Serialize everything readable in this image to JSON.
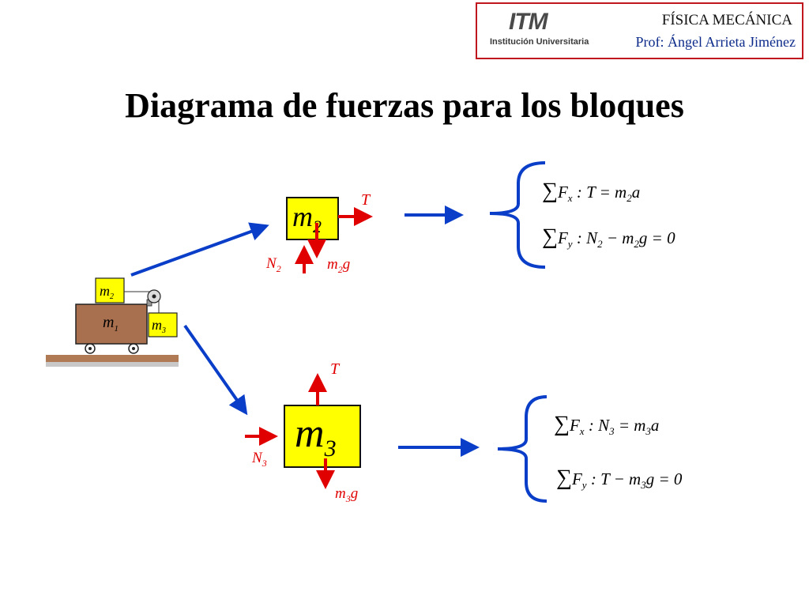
{
  "header": {
    "logo_mark": "ITM",
    "logo_sub": "Institución Universitaria",
    "course": "FÍSICA MECÁNICA",
    "professor": "Prof: Ángel Arrieta Jiménez"
  },
  "title": "Diagrama de fuerzas para los bloques",
  "system": {
    "cart_mass": "m",
    "cart_sub": "1",
    "top_block_mass": "m",
    "top_block_sub": "2",
    "side_block_mass": "m",
    "side_block_sub": "3"
  },
  "block2": {
    "mass": "m",
    "sub": "2",
    "tension": "T",
    "normal": "N",
    "normal_sub": "2",
    "weight_m": "m",
    "weight_sub": "2",
    "weight_g": "g"
  },
  "block3": {
    "mass": "m",
    "sub": "3",
    "tension": "T",
    "normal": "N",
    "normal_sub": "3",
    "weight_m": "m",
    "weight_sub": "3",
    "weight_g": "g"
  },
  "equations2": {
    "fx_sum": "∑",
    "fx_F": "F",
    "fx_axis": "x",
    "fx_rest_a": " : T = m",
    "fx_rest_sub": "2",
    "fx_rest_b": "a",
    "fy_sum": "∑",
    "fy_F": "F",
    "fy_axis": "y",
    "fy_rest_a": " : N",
    "fy_rest_sub1": "2",
    "fy_rest_b": " − m",
    "fy_rest_sub2": "2",
    "fy_rest_c": "g = 0"
  },
  "equations3": {
    "fx_sum": "∑",
    "fx_F": "F",
    "fx_axis": "x",
    "fx_rest_a": " : N",
    "fx_rest_sub1": "3",
    "fx_rest_b": " = m",
    "fx_rest_sub2": "3",
    "fx_rest_c": "a",
    "fy_sum": "∑",
    "fy_F": "F",
    "fy_axis": "y",
    "fy_rest_a": " : T − m",
    "fy_rest_sub": "3",
    "fy_rest_b": "g = 0"
  },
  "colors": {
    "force": "#e00000",
    "flow_arrow": "#0a3ec8",
    "block_fill": "#ffff00",
    "cart_fill": "#a8704e",
    "floor": "#b07a55",
    "frame": "#c0161d"
  }
}
